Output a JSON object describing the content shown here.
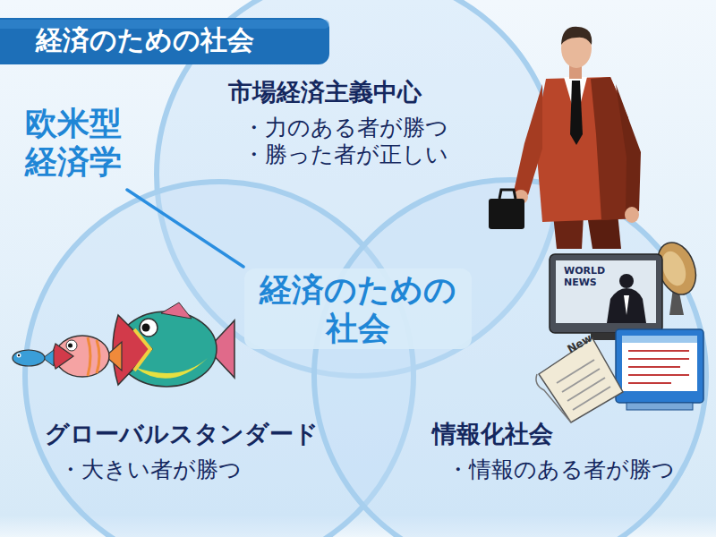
{
  "diagram": {
    "title": "経済のための社会",
    "nodes": [
      {
        "text": [
          "市場経済主義中心",
          "・力のある者が勝つ",
          "・勝った者が正しい"
        ]
      },
      {
        "text": [
          "グローバルスタンダード",
          "・大きい者が勝つ"
        ]
      },
      {
        "text": [
          "情報化社会",
          "・情報のある者が勝つ"
        ]
      }
    ],
    "labels": [
      "欧米型 経済学",
      "経済のための 社会",
      "WORLD NEWS",
      "News"
    ]
  }
}
